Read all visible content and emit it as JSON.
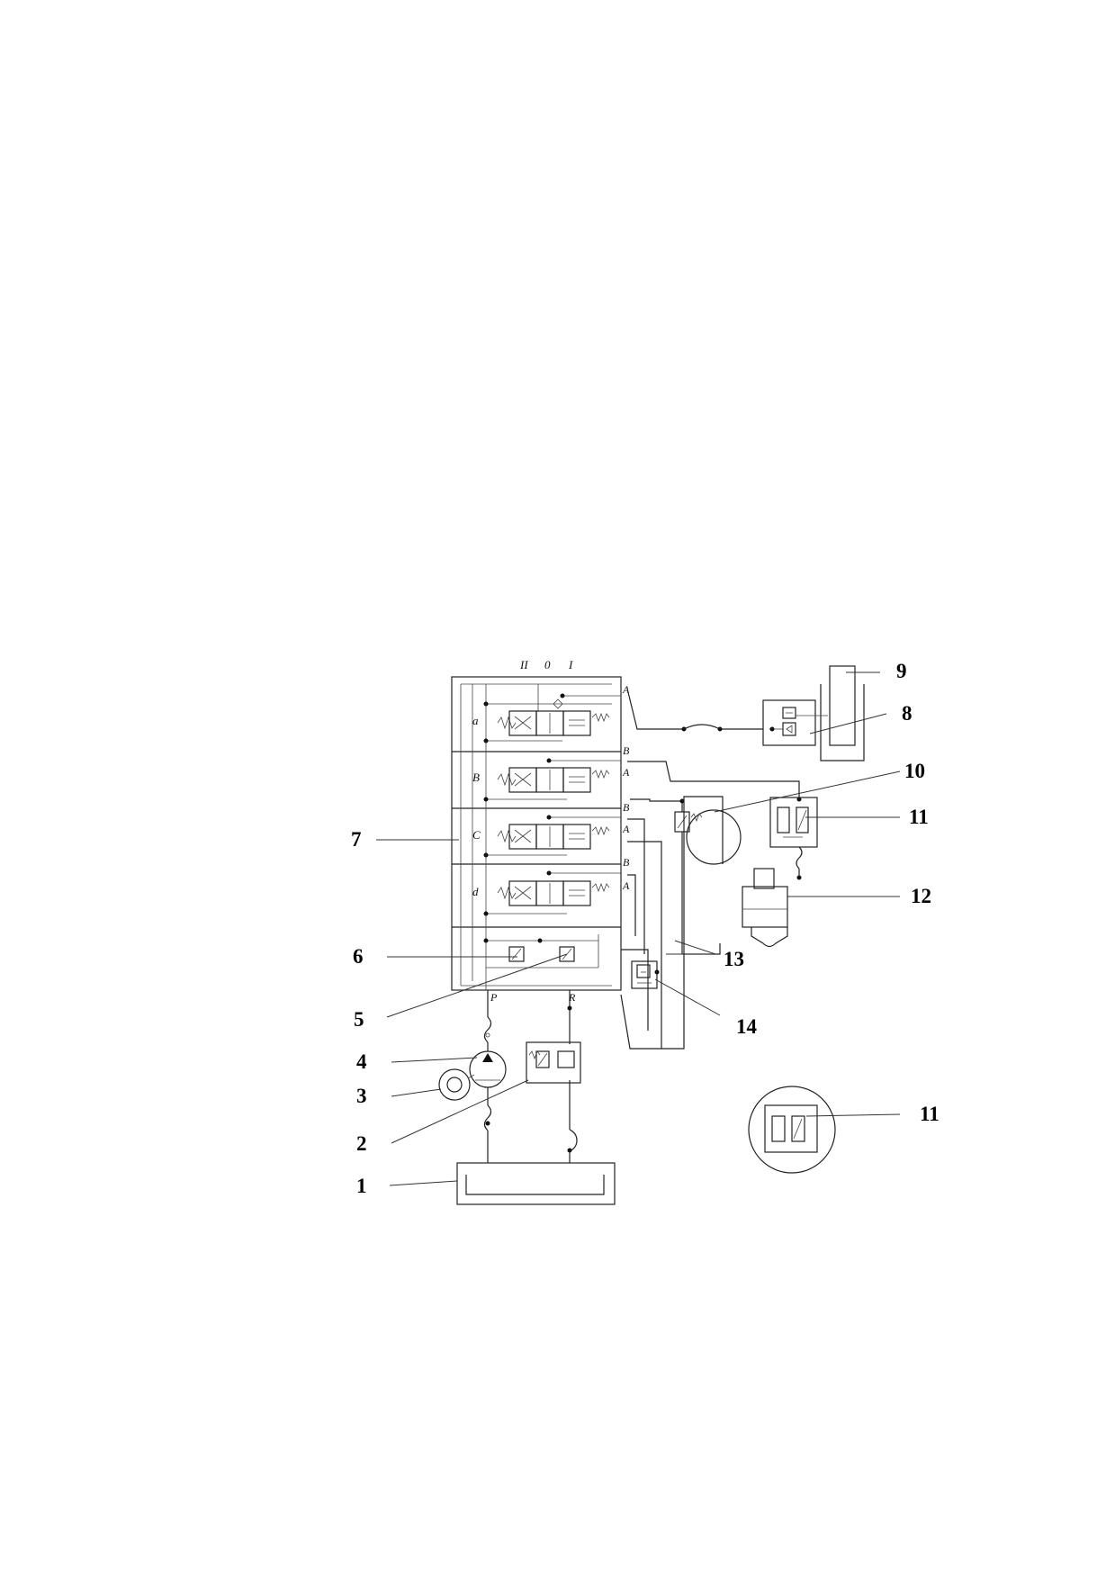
{
  "diagram": {
    "position_marks": [
      "II",
      "0",
      "I"
    ],
    "section_letters": [
      "a",
      "B",
      "C",
      "d"
    ],
    "port_labels": {
      "a": [
        "A"
      ],
      "b": [
        "B",
        "A"
      ],
      "c": [
        "B",
        "A"
      ],
      "d": [
        "B",
        "A"
      ],
      "bottom_left": "P",
      "bottom_right": "R"
    },
    "callouts": {
      "c1": "1",
      "c2": "2",
      "c3": "3",
      "c4": "4",
      "c5": "5",
      "c6": "6",
      "c7": "7",
      "c8": "8",
      "c9": "9",
      "c10": "10",
      "c11": "11",
      "c11b": "11",
      "c12": "12",
      "c13": "13",
      "c14": "14"
    },
    "line_color": "#222222"
  }
}
